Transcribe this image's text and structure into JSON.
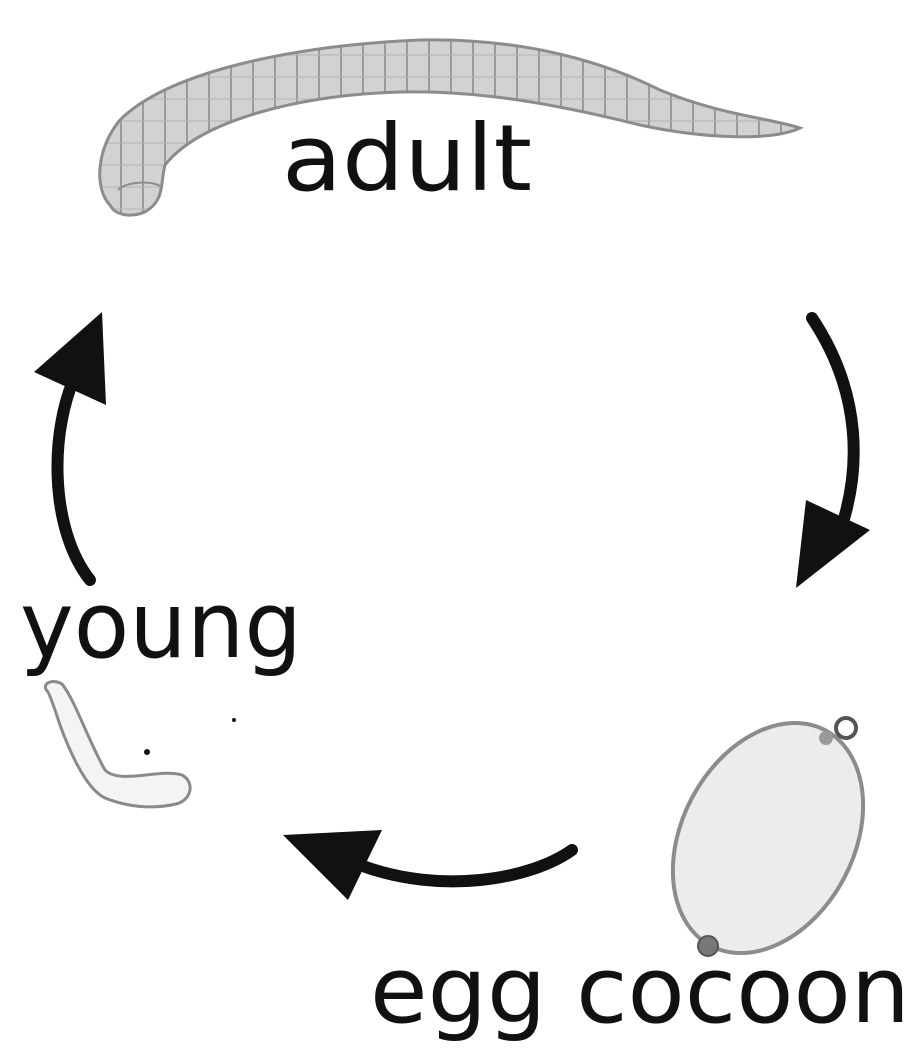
{
  "stages": {
    "adult": "adult",
    "egg_cocoon": "egg cocoon",
    "young": "young"
  },
  "colors": {
    "ink": "#111111",
    "worm_fill": "#cfcfcf",
    "cocoon_fill": "#ececec"
  }
}
